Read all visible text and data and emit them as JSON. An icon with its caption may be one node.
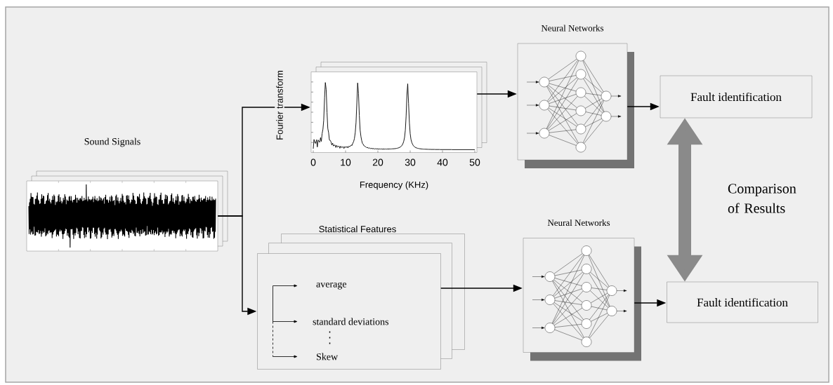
{
  "diagram": {
    "nodes": [
      {
        "text": [
          "Sound Signals"
        ]
      },
      {
        "text": [],
        "shape": "picture"
      },
      {
        "text": [
          "Neural Networks"
        ]
      },
      {
        "text": [
          "Fault identification"
        ]
      },
      {
        "text": [
          "Statistical Features",
          "average",
          "standard deviations",
          "Skew"
        ]
      },
      {
        "text": [
          "Neural Networks"
        ]
      },
      {
        "text": [
          "Fault identification"
        ]
      }
    ],
    "edges": [
      {
        "from": 0,
        "to": 1,
        "arrow": "to",
        "label": "Fourier transform"
      },
      {
        "from": 0,
        "to": 4,
        "arrow": "to"
      },
      {
        "from": 1,
        "to": 2,
        "arrow": "to"
      },
      {
        "from": 2,
        "to": 3,
        "arrow": "to"
      },
      {
        "from": 4,
        "to": 5,
        "arrow": "to"
      },
      {
        "from": 5,
        "to": 6,
        "arrow": "to"
      },
      {
        "from": 3,
        "to": 6,
        "arrow": "both",
        "style": "thick",
        "color": "#8a8a8a"
      }
    ],
    "labels": [
      "0",
      "10",
      "20",
      "30",
      "40",
      "50",
      "Frequency (KHz)",
      "Comparison of Results"
    ]
  }
}
